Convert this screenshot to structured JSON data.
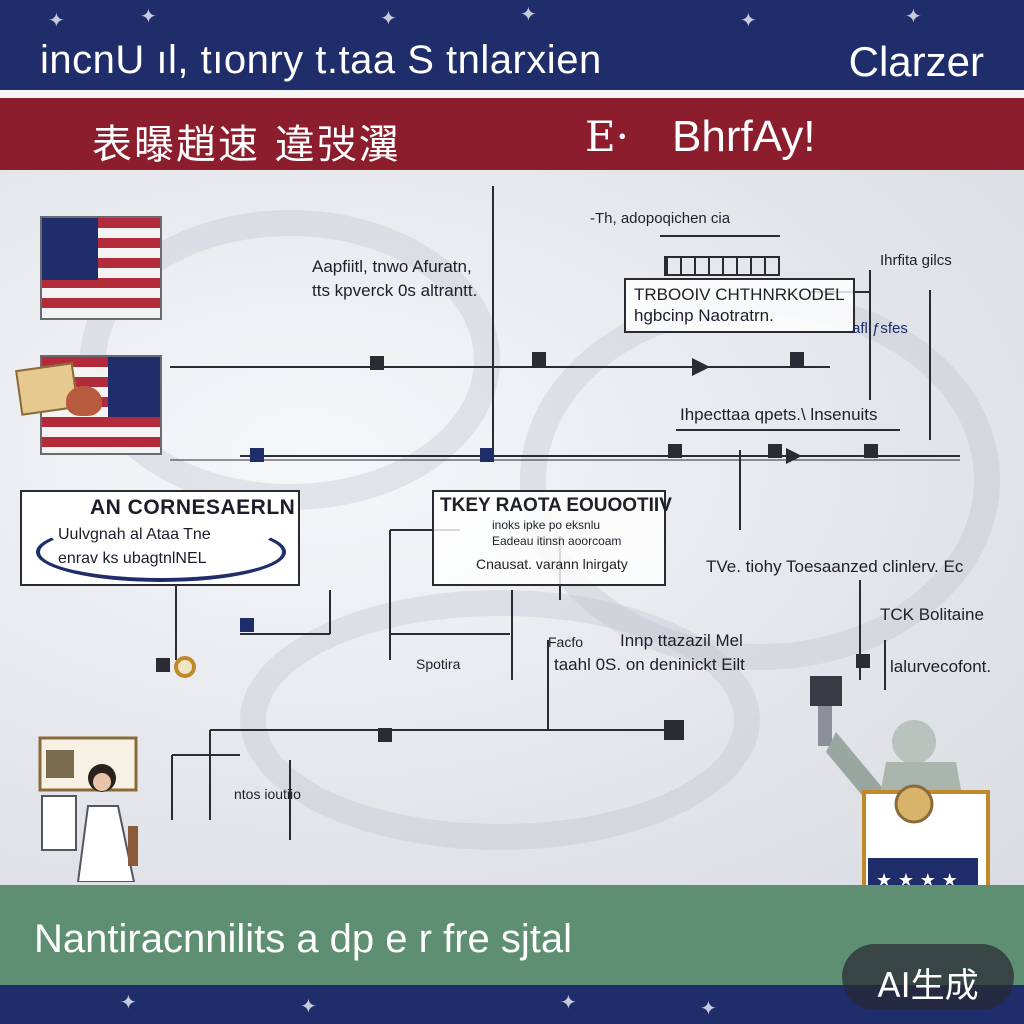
{
  "header": {
    "title": "incnU ıl, tıonry t.taa S tnlarxien",
    "right": "Clarzer",
    "subtitle_cjk": "表曝趙速 違弢瀷",
    "subtitle_e": "E·",
    "subtitle_right": "BhrfAy!"
  },
  "labels": {
    "top_center": "-Th, adopoqichen cia",
    "upper_left_1": "Aapfiitl, tnwo Afuratn,",
    "upper_left_2": "tts kpverck 0s altrantt.",
    "center_box_1": "TRBOOIV CHTHNRKODEL",
    "center_box_2": "hgbcinp Naotratrn.",
    "right_top": "Ihrfita gilcs",
    "right_mid": "afl ƒsfes",
    "mid_row": "Ihpecttaa qpets.\\ lnsenuits",
    "key_center_1": "TKEY   RAOTA EOUOOTIIV",
    "key_center_2": "inoks ipke po eksnlu",
    "key_center_3": "Eadeau  itinsn aoorcoam",
    "key_center_4": "Cnausat.  varann lnirgaty",
    "right_row": "TVe. tiohy Toesaanzed  clinlerv. Ec",
    "right_lower_1": "TCK Bolitaine",
    "right_lower_2": "lalurvecofont.",
    "lower_center_1": "Innp ttazazil Mel",
    "lower_center_2": "taahl 0S. on deninickt Eilt",
    "lower_center_tag": "Facfo",
    "spotira": "Spotira",
    "bottom_small": "ntos ioutiio"
  },
  "key_box": {
    "title": "AN CORNESAERLN",
    "line1": "Uulvgnah al Ataa Tne",
    "line2": "enrav ks ubagtnlNEL"
  },
  "footer": {
    "text": "Nantiracnnilits a dp e r fre sjtal",
    "badge": "AI生成"
  },
  "colors": {
    "navy": "#1f2d6b",
    "red": "#8c1d2c",
    "green": "#5f8f73"
  },
  "icons": [
    "us-flag-icon",
    "statue-of-liberty-icon",
    "lady-justice-icon",
    "ring-icon"
  ]
}
